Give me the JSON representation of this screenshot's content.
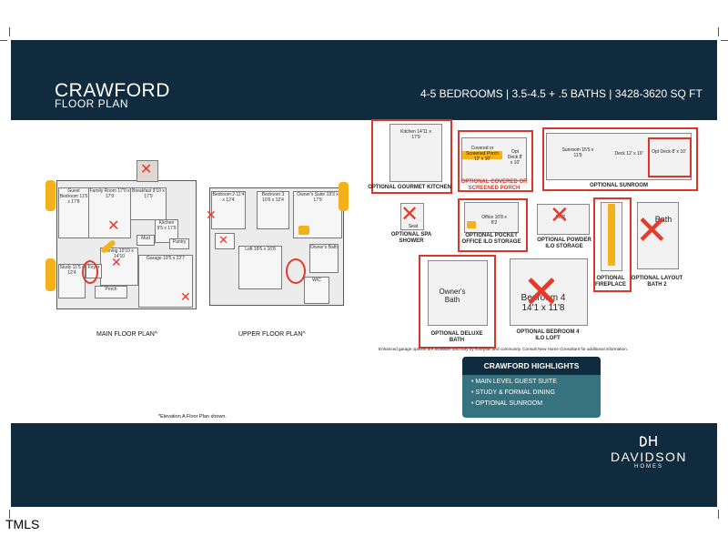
{
  "header": {
    "title": "CRAWFORD",
    "subtitle": "FLOOR PLAN",
    "stats": "4-5 BEDROOMS | 3.5-4.5 + .5 BATHS | 3428-3620 SQ FT"
  },
  "main_floor": {
    "label": "MAIN FLOOR PLAN^",
    "rooms": {
      "guest_bedroom": "Guest Bedroom 11'5 x 17'8",
      "family_room": "Family Room 17'0 x 17'9",
      "breakfast": "Breakfast 9'10 x 17'9",
      "kitchen": "Kitchen 9'5 x 17'9",
      "dining": "Dining 10'10 x 14'10",
      "study": "Study 11'5 x 12'4",
      "garage": "Garage 19'5 x 22'7",
      "porch": "Porch",
      "mud": "Mud",
      "pantry": "Pantry",
      "foyer": "Foyer"
    }
  },
  "upper_floor": {
    "label": "UPPER FLOOR PLAN^",
    "rooms": {
      "bedroom2": "Bedroom 2 11'4 x 12'4",
      "bedroom3": "Bedroom 3 10'6 x 12'4",
      "owners_suite": "Owner's Suite 19'3 x 17'9",
      "loft": "Loft 18'6 x 16'8",
      "owners_bath": "Owner's Bath",
      "wic": "WIC"
    }
  },
  "elevation_note": "*Elevation A Floor Plan shown.",
  "options": [
    {
      "label": "OPTIONAL GOURMET KITCHEN",
      "inner": "Kitchen 14'11 x 17'9"
    },
    {
      "label": "OPTIONAL COVERED OR SCREENED PORCH",
      "inner": "Covered or Screened Porch 12' x 10'",
      "inner2": "Opt Deck 8' x 10'"
    },
    {
      "label": "OPTIONAL SUNROOM",
      "inner": "Sunroom 15'5 x 11'9",
      "inner2": "Deck 12' x 10'",
      "inner3": "Opt Deck 8' x 10'"
    },
    {
      "label": "OPTIONAL SPA SHOWER",
      "inner": "Seat"
    },
    {
      "label": "OPTIONAL POCKET OFFICE ILO STORAGE",
      "inner": "Office 10'8 x 8'2"
    },
    {
      "label": "OPTIONAL POWDER ILO STORAGE",
      "inner": "PDR"
    },
    {
      "label": "OPTIONAL FIREPLACE",
      "inner": ""
    },
    {
      "label": "OPTIONAL LAYOUT BATH 2",
      "inner": "Bath"
    },
    {
      "label": "OPTIONAL DELUXE BATH",
      "inner": "Owner's Bath"
    },
    {
      "label": "OPTIONAL BEDROOM 4 ILO LOFT",
      "inner": "Bedroom 4 14'1 x 11'8"
    }
  ],
  "disclaimer": "Enhanced garage options are available and vary by floorplan and community. Consult New Home Consultant for additional information.",
  "highlights": {
    "title": "CRAWFORD HIGHLIGHTS",
    "items": [
      "• MAIN LEVEL GUEST SUITE",
      "• STUDY & FORMAL DINING",
      "• OPTIONAL SUNROOM"
    ]
  },
  "logo": {
    "brand": "DAVIDSON",
    "sub": "HOMES"
  },
  "watermark": "TMLS",
  "colors": {
    "navy": "#0f2b3d",
    "teal": "#37727f",
    "red": "#d9372b",
    "yellow": "#f3b21c"
  }
}
